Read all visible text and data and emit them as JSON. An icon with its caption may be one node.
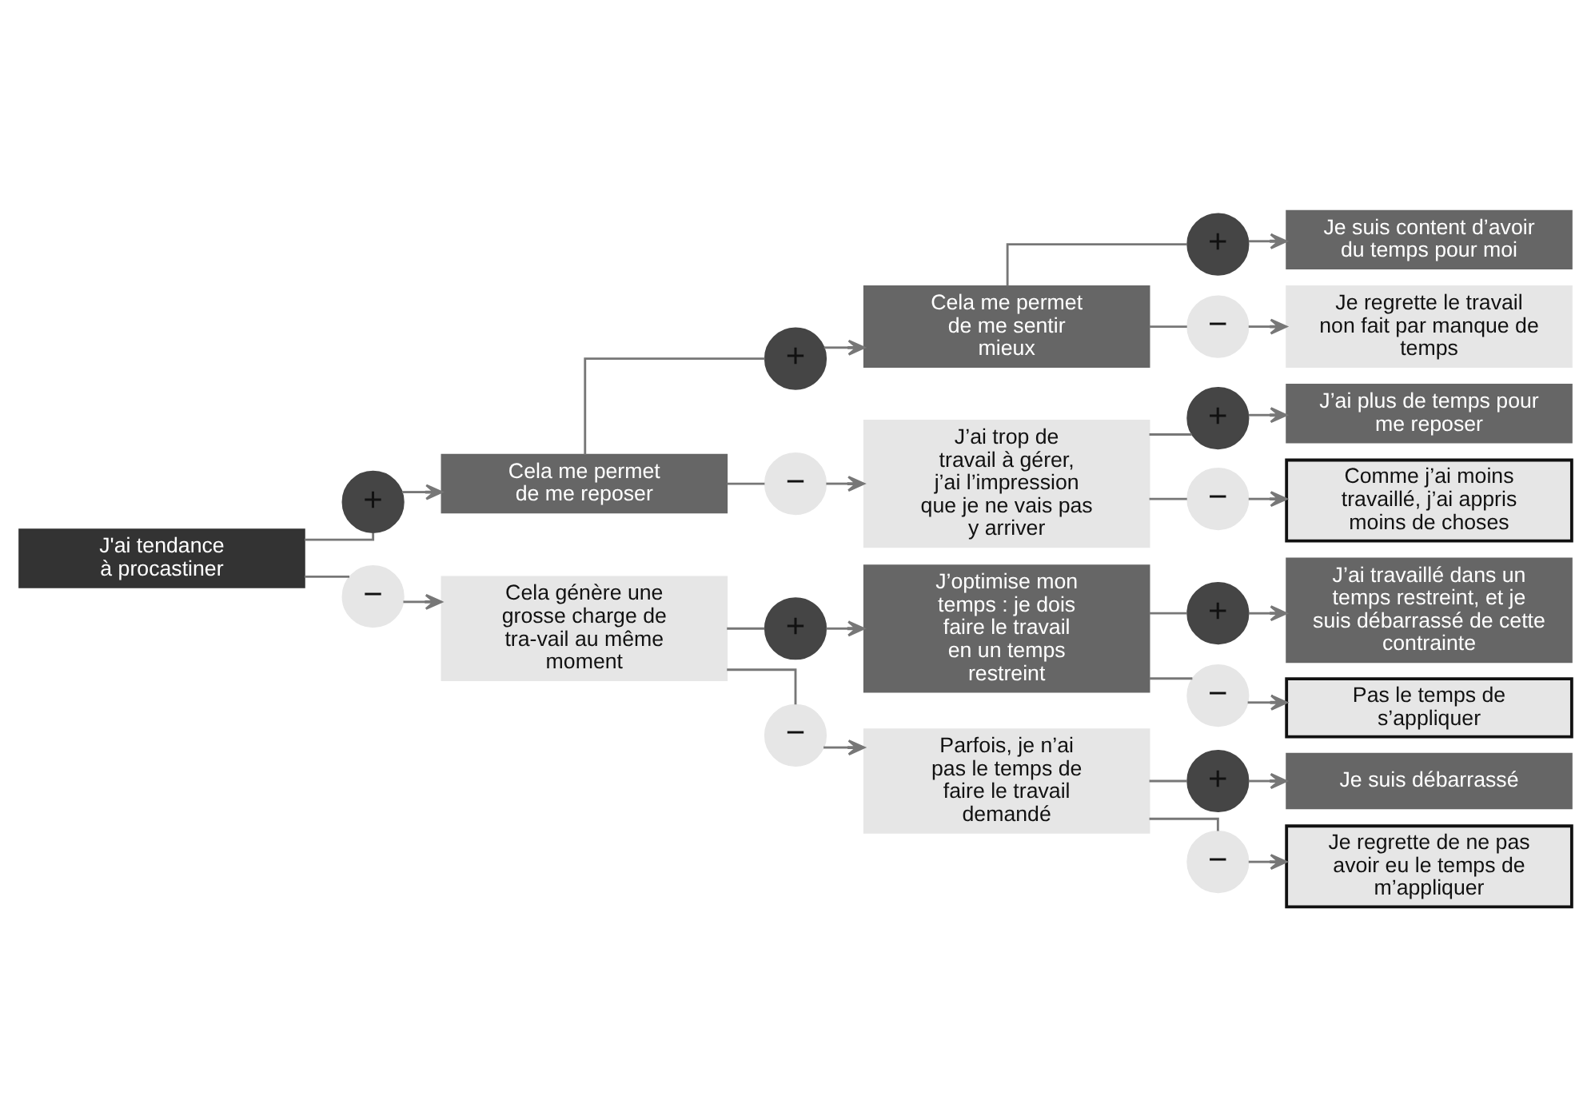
{
  "diagram": {
    "nodes": [
      {
        "text": [
          "J'ai tendance à procastiner"
        ]
      },
      {
        "text": [
          "+"
        ]
      },
      {
        "text": [
          "Cela me permet de me reposer"
        ]
      },
      {
        "text": [
          "+"
        ]
      },
      {
        "text": [
          "Cela me permet de me sentir mieux"
        ]
      },
      {
        "text": [
          "+"
        ]
      },
      {
        "text": [
          "Je suis content d’avoir du temps pour moi"
        ]
      },
      {
        "text": [
          "−"
        ]
      },
      {
        "text": [
          "Je regrette le travail non fait par manque de temps"
        ]
      },
      {
        "text": [
          "−"
        ]
      },
      {
        "text": [
          "J’ai trop de travail à gérer, j’ai l’impression que je ne vais pas y arriver"
        ]
      },
      {
        "text": [
          "+"
        ]
      },
      {
        "text": [
          "J’ai plus de temps pour me reposer"
        ]
      },
      {
        "text": [
          "−"
        ]
      },
      {
        "text": [
          "Comme j’ai moins travaillé, j’ai appris moins de choses"
        ]
      },
      {
        "text": [
          "−"
        ]
      },
      {
        "text": [
          "Cela génère une grosse charge de tra-vail au même moment"
        ]
      },
      {
        "text": [
          "+"
        ]
      },
      {
        "text": [
          "J’optimise mon temps : je dois faire le travail en un temps restreint"
        ]
      },
      {
        "text": [
          "+"
        ]
      },
      {
        "text": [
          "J’ai travaillé dans un temps restreint, et je suis débarrassé de cette contrainte"
        ]
      },
      {
        "text": [
          "−"
        ]
      },
      {
        "text": [
          "Pas le temps de s’appliquer"
        ]
      },
      {
        "text": [
          "−"
        ]
      },
      {
        "text": [
          "Parfois, je n’ai pas le temps de faire le travail demandé"
        ]
      },
      {
        "text": [
          "+"
        ]
      },
      {
        "text": [
          "Je suis débarrassé"
        ]
      },
      {
        "text": [
          "−"
        ]
      },
      {
        "text": [
          "Je regrette de ne pas avoir eu le temps de m’appliquer"
        ]
      }
    ],
    "edges": [
      {
        "from": 0,
        "to": 1,
        "arrow": "none"
      },
      {
        "from": 1,
        "to": 2,
        "arrow": "to"
      },
      {
        "from": 2,
        "to": 3,
        "arrow": "none"
      },
      {
        "from": 3,
        "to": 4,
        "arrow": "to"
      },
      {
        "from": 4,
        "to": 5,
        "arrow": "none"
      },
      {
        "from": 5,
        "to": 6,
        "arrow": "to"
      },
      {
        "from": 4,
        "to": 7,
        "arrow": "none"
      },
      {
        "from": 7,
        "to": 8,
        "arrow": "to"
      },
      {
        "from": 2,
        "to": 9,
        "arrow": "none"
      },
      {
        "from": 9,
        "to": 10,
        "arrow": "to"
      },
      {
        "from": 10,
        "to": 11,
        "arrow": "none"
      },
      {
        "from": 11,
        "to": 12,
        "arrow": "to"
      },
      {
        "from": 10,
        "to": 13,
        "arrow": "none"
      },
      {
        "from": 13,
        "to": 14,
        "arrow": "to"
      },
      {
        "from": 0,
        "to": 15,
        "arrow": "none"
      },
      {
        "from": 15,
        "to": 16,
        "arrow": "to"
      },
      {
        "from": 16,
        "to": 17,
        "arrow": "none"
      },
      {
        "from": 17,
        "to": 18,
        "arrow": "to"
      },
      {
        "from": 18,
        "to": 19,
        "arrow": "none"
      },
      {
        "from": 19,
        "to": 20,
        "arrow": "to"
      },
      {
        "from": 18,
        "to": 21,
        "arrow": "none"
      },
      {
        "from": 21,
        "to": 22,
        "arrow": "to"
      },
      {
        "from": 16,
        "to": 23,
        "arrow": "none"
      },
      {
        "from": 23,
        "to": 24,
        "arrow": "to"
      },
      {
        "from": 24,
        "to": 25,
        "arrow": "none"
      },
      {
        "from": 25,
        "to": 26,
        "arrow": "to"
      },
      {
        "from": 24,
        "to": 27,
        "arrow": "none"
      },
      {
        "from": 27,
        "to": 28,
        "arrow": "to"
      }
    ]
  }
}
